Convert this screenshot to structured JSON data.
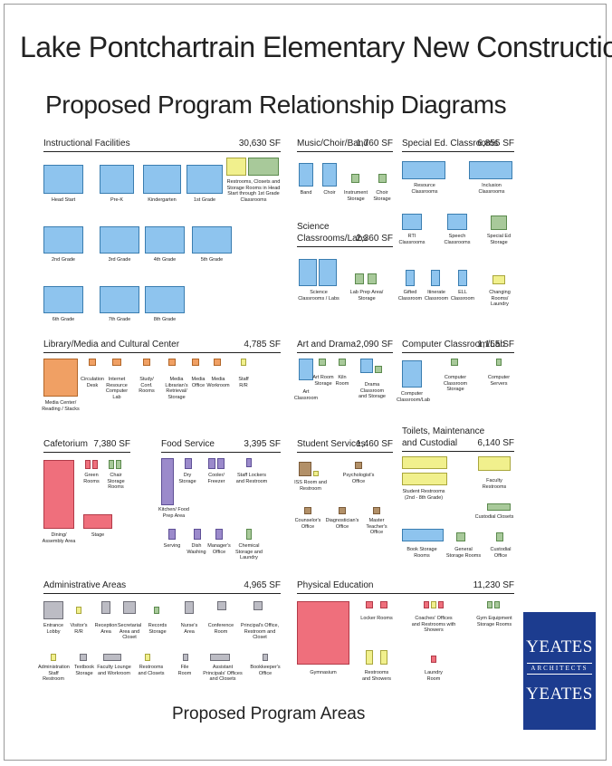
{
  "title": "Lake Pontchartrain Elementary New Construction",
  "subtitle": "Proposed Program Relationship Diagrams",
  "footer": "Proposed Program Areas",
  "logo": {
    "line1": "YEATES",
    "line2": "ARCHITECTS",
    "line3": "YEATES"
  },
  "sections": {
    "instructional": {
      "name": "Instructional Facilities",
      "sf": "30,630 SF",
      "labels": [
        "Head Start",
        "Pre-K",
        "Kindergarten",
        "1st Grade",
        "Restrooms, Closets and Storage Rooms in Head Start through 1st Grade Classrooms",
        "2nd Grade",
        "3rd Grade",
        "4th Grade",
        "5th Grade",
        "6th Grade",
        "7th Grade",
        "8th Grade"
      ]
    },
    "music": {
      "name": "Music/Choir/Band",
      "sf": "1,760 SF",
      "labels": [
        "Band",
        "Choir",
        "Instrument Storage",
        "Choir Storage"
      ]
    },
    "specialed": {
      "name": "Special Ed. Classrooms",
      "sf": "6,855 SF",
      "labels": [
        "Resource Classrooms",
        "Inclusion Classrooms",
        "RTI Classrooms",
        "Speech Classrooms",
        "Special Ed Storage",
        "Gifted Classroom",
        "Itinerate Classroom",
        "ELL Classroom",
        "Changing Rooms/ Laundry"
      ]
    },
    "science": {
      "name1": "Science",
      "name2": "Classrooms/Labs",
      "sf": "2,360 SF",
      "labels": [
        "Science Classrooms / Labs",
        "Lab Prep Area/ Storage"
      ]
    },
    "library": {
      "name": "Library/Media and Cultural Center",
      "sf": "4,785 SF",
      "labels": [
        "Media Center/ Reading / Stacks",
        "Circulation Desk",
        "Internet Resource Computer Lab",
        "Study/ Conf. Rooms",
        "Media Librarian's Retrieval/ Storage",
        "Media Office",
        "Media Workroom",
        "Staff R/R"
      ]
    },
    "artdrama": {
      "name": "Art and Drama",
      "sf": "2,090 SF",
      "labels": [
        "Art Classroom",
        "Art Room Storage",
        "Kiln Room",
        "Drama Classroom and Storage"
      ]
    },
    "computer": {
      "name": "Computer Classroom/Lab",
      "sf": "1,155 SF",
      "labels": [
        "Computer Classroom/Lab",
        "Computer Classroom Storage",
        "Computer Servers"
      ]
    },
    "cafetorium": {
      "name": "Cafetorium",
      "sf": "7,380 SF",
      "labels": [
        "Green Rooms",
        "Chair Storage Rooms",
        "Dining/ Assembly Area",
        "Stage"
      ]
    },
    "food": {
      "name": "Food Service",
      "sf": "3,395 SF",
      "labels": [
        "Kitchen/ Food Prep Area",
        "Dry Storage",
        "Cooler/ Freezer",
        "Staff Lockers and Restroom",
        "Serving",
        "Dish Washing",
        "Manager's Office",
        "Chemical Storage and Laundry"
      ]
    },
    "student": {
      "name": "Student Services",
      "sf": "1,460 SF",
      "labels": [
        "ISS Room and Restroom",
        "Psychologist's Office",
        "Counselor's Office",
        "Diagnostician's Office",
        "Master Teacher's Office"
      ]
    },
    "toilets": {
      "name1": "Toilets, Maintenance",
      "name2": "and Custodial",
      "sf": "6,140 SF",
      "labels": [
        "Faculty Restrooms",
        "Student Restrooms (2nd - 8th Grade)",
        "Custodial Closets",
        "Book Storage Rooms",
        "General Storage Rooms",
        "Custodial Office"
      ]
    },
    "admin": {
      "name": "Administrative Areas",
      "sf": "4,965 SF",
      "labels": [
        "Entrance Lobby",
        "Visitor's R/R",
        "Reception Area",
        "Secretarial Area and Closet",
        "Records Storage",
        "Nurse's Area",
        "Conference Room",
        "Principal's Office, Restroom and Closet",
        "Administration Staff Restroom",
        "Textbook Storage",
        "Faculty Lounge and Workroom",
        "Restrooms and Closets",
        "File Room",
        "Assistant Principals' Offices and Closets",
        "Bookkeeper's Office"
      ]
    },
    "pe": {
      "name": "Physical Education",
      "sf": "11,230 SF",
      "labels": [
        "Locker Rooms",
        "Coaches' Offices and Restrooms with Showers",
        "Gym Equipment Storage Rooms",
        "Gymnasium",
        "Restrooms and Showers",
        "Laundry Room"
      ]
    }
  }
}
